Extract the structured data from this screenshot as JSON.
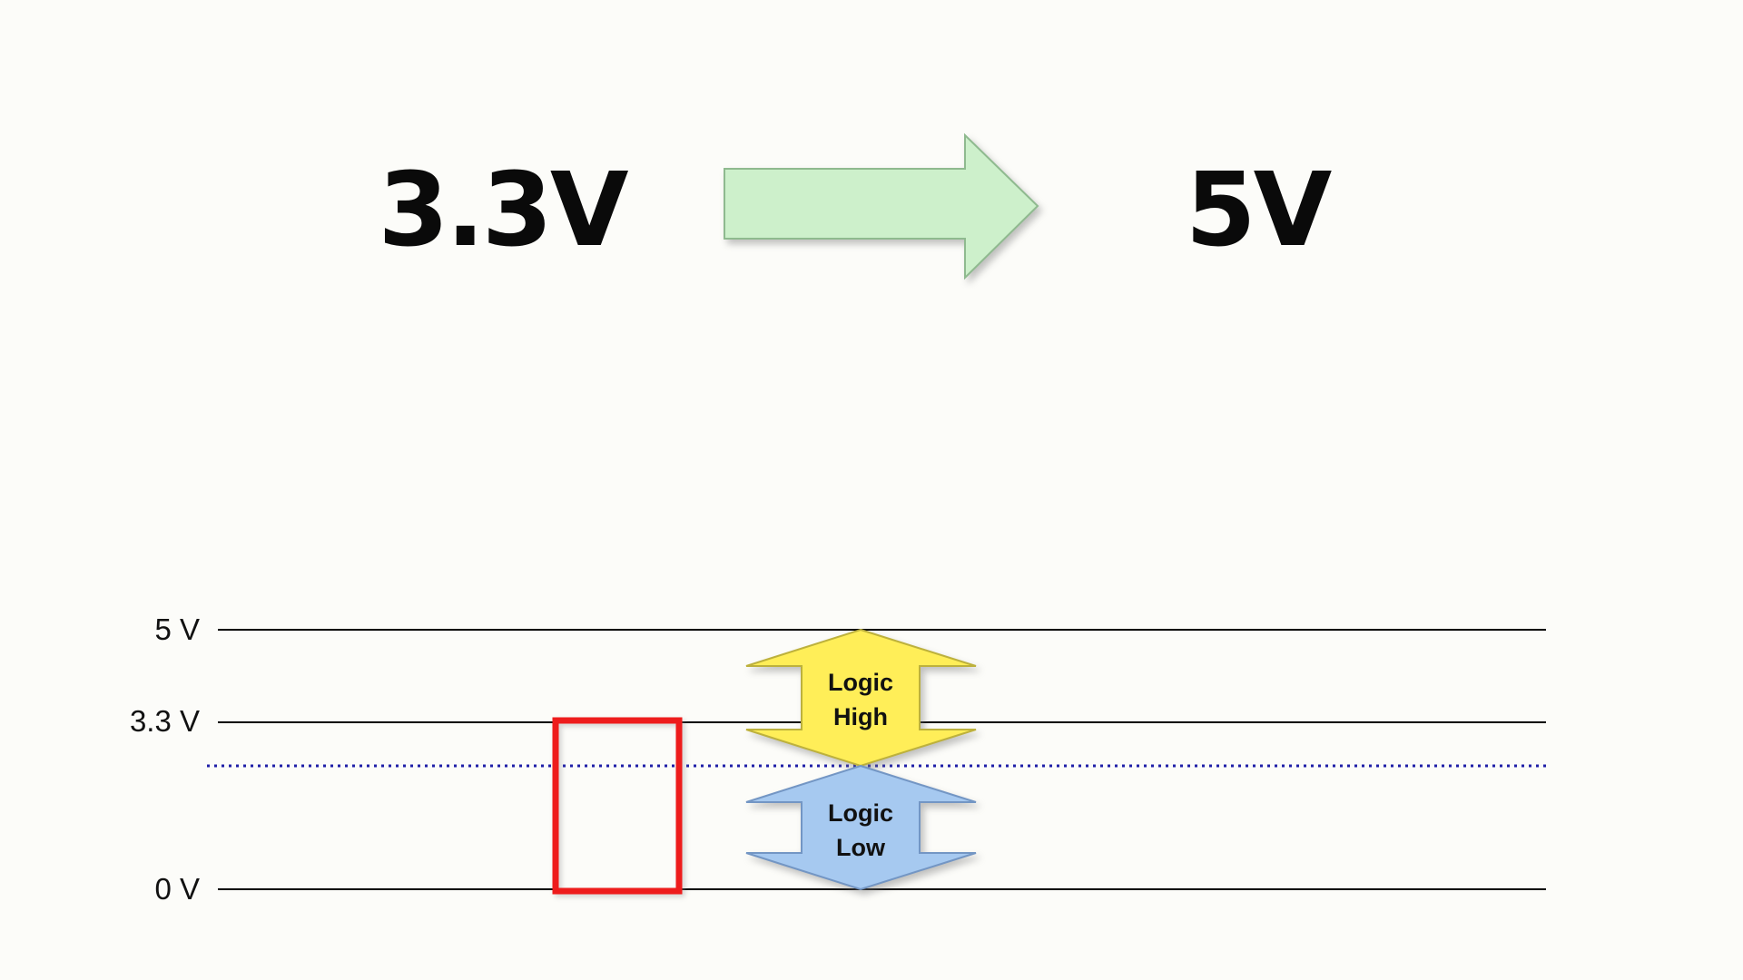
{
  "header": {
    "from_label": "3.3V",
    "to_label": "5V"
  },
  "axis": {
    "v5": "5 V",
    "v33": "3.3 V",
    "v0": "0 V"
  },
  "regions": {
    "logic_high_line1": "Logic",
    "logic_high_line2": "High",
    "logic_low_line1": "Logic",
    "logic_low_line2": "Low"
  },
  "colors": {
    "green_arrow_fill": "#cdf0cb",
    "logic_high_fill": "#ffee58",
    "logic_low_fill": "#a6c9f0",
    "red_box_stroke": "#ee1c1c",
    "threshold_line": "#1f1fa8"
  }
}
